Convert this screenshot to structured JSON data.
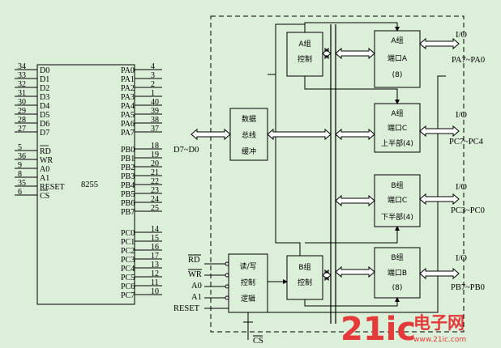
{
  "chip": {
    "name": "8255",
    "left_pins": [
      {
        "num": "34",
        "label": "D0"
      },
      {
        "num": "33",
        "label": "D1"
      },
      {
        "num": "32",
        "label": "D2"
      },
      {
        "num": "31",
        "label": "D3"
      },
      {
        "num": "30",
        "label": "D4"
      },
      {
        "num": "29",
        "label": "D5"
      },
      {
        "num": "28",
        "label": "D6"
      },
      {
        "num": "27",
        "label": "D7"
      },
      {
        "num": "5",
        "label": "RD"
      },
      {
        "num": "36",
        "label": "WR"
      },
      {
        "num": "9",
        "label": "A0"
      },
      {
        "num": "8",
        "label": "A1"
      },
      {
        "num": "35",
        "label": "RESET"
      },
      {
        "num": "6",
        "label": "CS"
      }
    ],
    "right_pins": [
      {
        "num": "4",
        "label": "PA0"
      },
      {
        "num": "3",
        "label": "PA1"
      },
      {
        "num": "2",
        "label": "PA2"
      },
      {
        "num": "1",
        "label": "PA3"
      },
      {
        "num": "40",
        "label": "PA4"
      },
      {
        "num": "39",
        "label": "PA5"
      },
      {
        "num": "38",
        "label": "PA6"
      },
      {
        "num": "37",
        "label": "PA7"
      },
      {
        "num": "18",
        "label": "PB0"
      },
      {
        "num": "19",
        "label": "PB1"
      },
      {
        "num": "20",
        "label": "PB2"
      },
      {
        "num": "21",
        "label": "PB3"
      },
      {
        "num": "22",
        "label": "PB4"
      },
      {
        "num": "23",
        "label": "PB5"
      },
      {
        "num": "24",
        "label": "PB6"
      },
      {
        "num": "25",
        "label": "PB7"
      },
      {
        "num": "14",
        "label": "PC0"
      },
      {
        "num": "15",
        "label": "PC1"
      },
      {
        "num": "16",
        "label": "PC2"
      },
      {
        "num": "17",
        "label": "PC3"
      },
      {
        "num": "13",
        "label": "PC4"
      },
      {
        "num": "12",
        "label": "PC5"
      },
      {
        "num": "11",
        "label": "PC6"
      },
      {
        "num": "10",
        "label": "PC7"
      }
    ]
  },
  "blocks": {
    "buffer": [
      "数据",
      "总线",
      "缓冲"
    ],
    "group_a_ctrl": [
      "A组",
      "控制"
    ],
    "group_b_ctrl": [
      "B组",
      "控制"
    ],
    "rw_logic": [
      "读/写",
      "控制",
      "逻辑"
    ],
    "port_a": [
      "A组",
      "端口A",
      "(8)"
    ],
    "port_c_upper": [
      "A组",
      "端口C",
      "上半部(4)"
    ],
    "port_c_lower": [
      "B组",
      "端口C",
      "下半部(4)"
    ],
    "port_b": [
      "B组",
      "端口B",
      "(8)"
    ]
  },
  "signals": {
    "data_bus": "D7~D0",
    "rd": "RD",
    "wr": "WR",
    "a0": "A0",
    "a1": "A1",
    "reset": "RESET",
    "cs": "CS",
    "io": "I/O",
    "pa": "PA7~PA0",
    "pc_upper": "PC7~PC4",
    "pc_lower": "PC3~PC0",
    "pb": "PB7~PB0"
  },
  "watermark": {
    "main": "21ic",
    "cn": "电子网",
    "url": "www.21ic.com"
  }
}
